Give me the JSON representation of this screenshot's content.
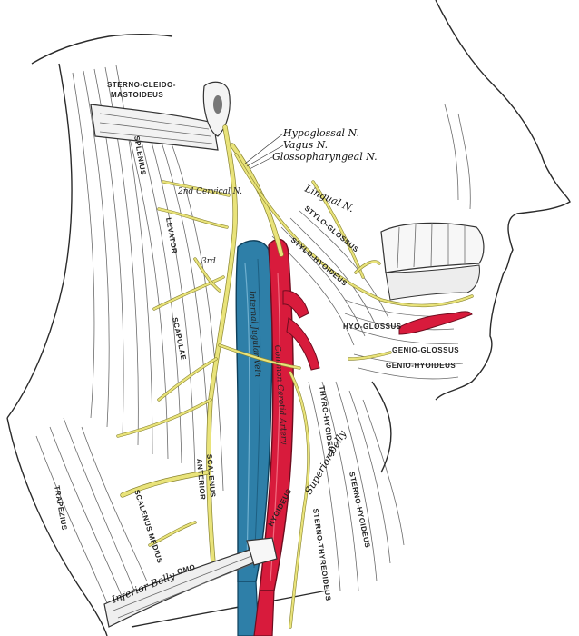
{
  "labels": {
    "sternocleidomastoideus_1": "STERNO-CLEIDO-",
    "sternocleidomastoideus_2": "MASTOIDEUS",
    "hypoglossal": "Hypoglossal N.",
    "vagus": "Vagus N.",
    "glossopharyngeal": "Glossopharyngeal N.",
    "cervical2": "2nd Cervical N.",
    "cervical3": "3rd",
    "lingual": "Lingual N.",
    "splenius": "SPLENIUS",
    "levator": "LEVATOR",
    "scapulae": "SCAPULAE",
    "stylo_glossus": "STYLO-GLOSSUS",
    "stylo_hyoideus": "STYLO-HYOIDEUS",
    "hyo_glossus": "HYO-GLOSSUS",
    "genio_glossus": "GENIO-GLOSSUS",
    "genio_hyoideus": "GENIO-HYOIDEUS",
    "thyro_hyoideus": "THYRO-HYOIDEUS",
    "internal_jugular": "Internal Jugular Vein",
    "common_carotid": "Common Carotid Artery",
    "superior_belly": "Superior belly",
    "scalenus_anterior_1": "SCALENUS",
    "scalenus_anterior_2": "ANTERIOR",
    "scalenus_medius": "SCALENUS MEDIUS",
    "sterno_hyoideus": "STERNO-HYOIDEUS",
    "sterno_thyreoideus": "STERNO-THYREOIDEUS",
    "omo": "OMO",
    "hyoideus": "HYOIDEUS",
    "inferior_belly": "Inferior Belly",
    "trapezius": "TRAPEZIUS"
  },
  "colors": {
    "nerve": "#e9e37a",
    "artery": "#d81b3c",
    "vein": "#2e7fa8",
    "ink": "#222222"
  }
}
